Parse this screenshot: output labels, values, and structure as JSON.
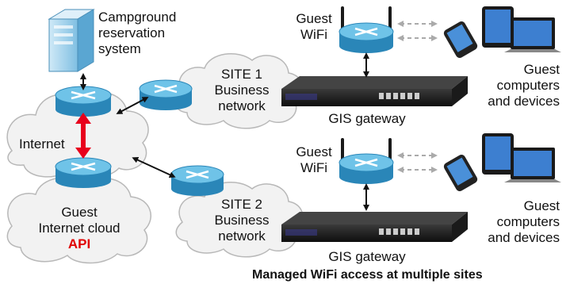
{
  "labels": {
    "campground_line1": "Campground",
    "campground_line2": "reservation",
    "campground_line3": "system",
    "internet": "Internet",
    "guest_cloud_line1": "Guest",
    "guest_cloud_line2": "Internet cloud",
    "api": "API",
    "site1_line1": "SITE 1",
    "site1_line2": "Business",
    "site1_line3": "network",
    "site2_line1": "SITE 2",
    "site2_line2": "Business",
    "site2_line3": "network",
    "wifi_line1": "Guest",
    "wifi_line2": "WiFi",
    "gateway": "GIS gateway",
    "devices_line1": "Guest",
    "devices_line2": "computers",
    "devices_line3": "and devices",
    "caption": "Managed WiFi access at multiple sites"
  },
  "colors": {
    "cloud_fill": "#f2f2f2",
    "cloud_stroke": "#b8b8b8",
    "router_top": "#6fc3e8",
    "router_side": "#2a86b8",
    "server_face": "#9fd0ec",
    "gateway_body": "#1c1c1c",
    "red_arrow": "#e8001c",
    "api_text": "#e00000"
  }
}
